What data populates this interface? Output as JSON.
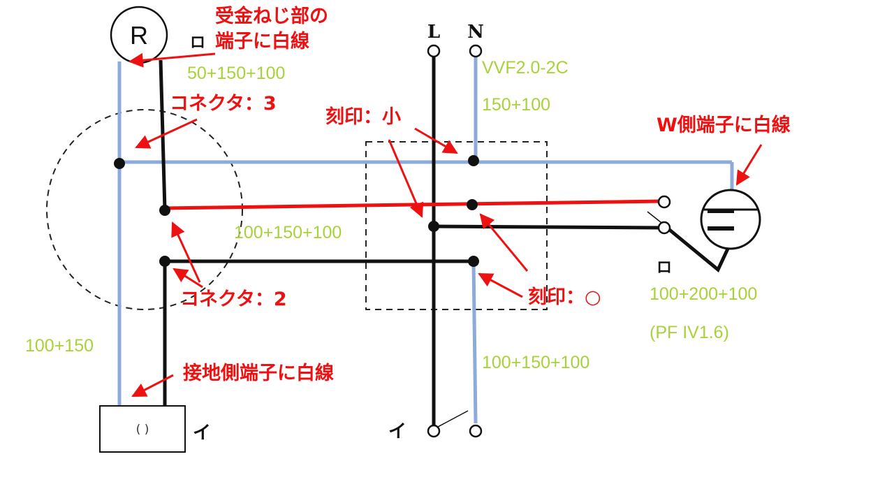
{
  "labels": {
    "receptacle_terminal_white": "受金ねじ部の\n端子に白線",
    "connector_3": "コネクタ：3",
    "connector_2": "コネクタ：2",
    "stamp_small": "刻印：小",
    "stamp_circle": "刻印：○",
    "w_terminal_white": "W側端子に白線",
    "ground_terminal_white": "接地側端子に白線"
  },
  "lengths": {
    "top_cable": "50+150+100",
    "vvf": "VVF2.0-2C",
    "source_cable": "150+100",
    "middle_cable": "100+150+100",
    "right_cable": "100+200+100",
    "pf": "(PF IV1.6)",
    "left_cable": "100+150",
    "bottom_cable": "100+150+100"
  },
  "symbols": {
    "lamp": "R",
    "ro_top": "ロ",
    "ro_right": "ロ",
    "i_bottom": "イ",
    "i_center": "イ",
    "source_L": "L",
    "source_N": "N",
    "outlet_mark": "( )"
  },
  "colors": {
    "white_wire": "#8eaadb",
    "black_wire": "#111111",
    "red_wire": "#ee1111",
    "annotation": "#ee1111",
    "dimension": "#a8d23a"
  }
}
